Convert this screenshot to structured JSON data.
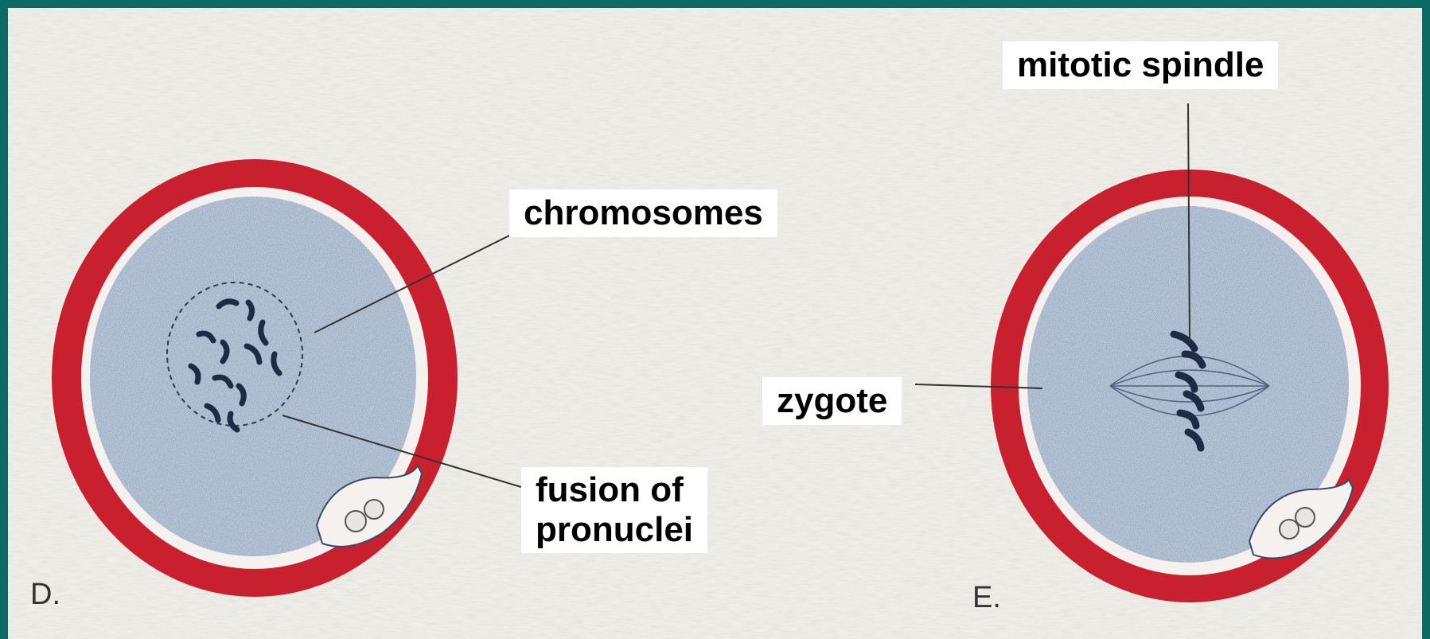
{
  "labels": {
    "chromosomes": "chromosomes",
    "fusion_line1": "fusion of",
    "fusion_line2": "pronuclei",
    "mitotic_spindle": "mitotic spindle",
    "zygote": "zygote"
  },
  "panels": {
    "left": "D.",
    "right": "E."
  },
  "colors": {
    "frame": "#0d6b66",
    "paper": "#eeece6",
    "zona": "#c9202f",
    "cytoplasm": "#b9c6d3",
    "chromatin": "#1d2c44"
  }
}
